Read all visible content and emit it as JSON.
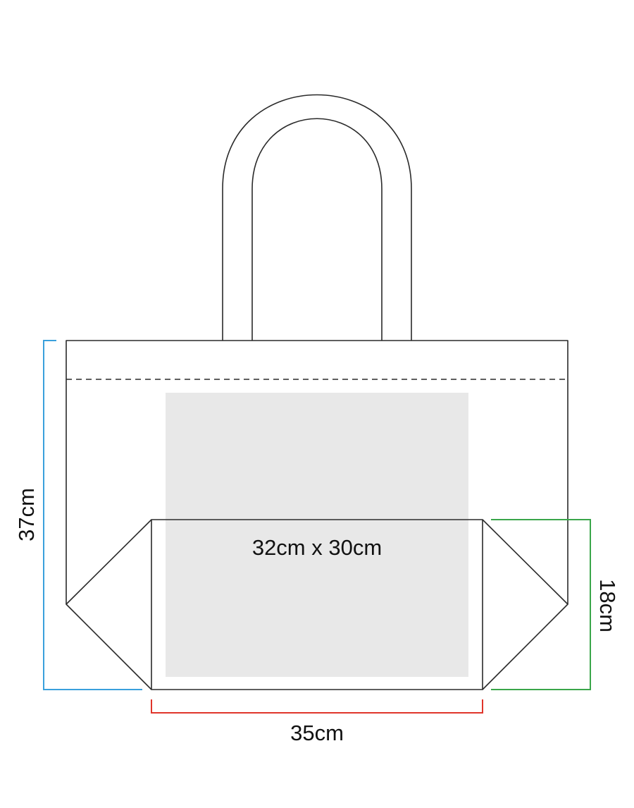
{
  "dimensions": {
    "height_label": "37cm",
    "gusset_label": "18cm",
    "width_label": "35cm",
    "print_area_label": "32cm x 30cm"
  },
  "colors": {
    "height_bracket": "#3aa0dc",
    "gusset_bracket": "#3aa64a",
    "width_bracket": "#e0352b",
    "print_area_fill": "#e8e8e8",
    "outline": "#2a2a2a"
  }
}
